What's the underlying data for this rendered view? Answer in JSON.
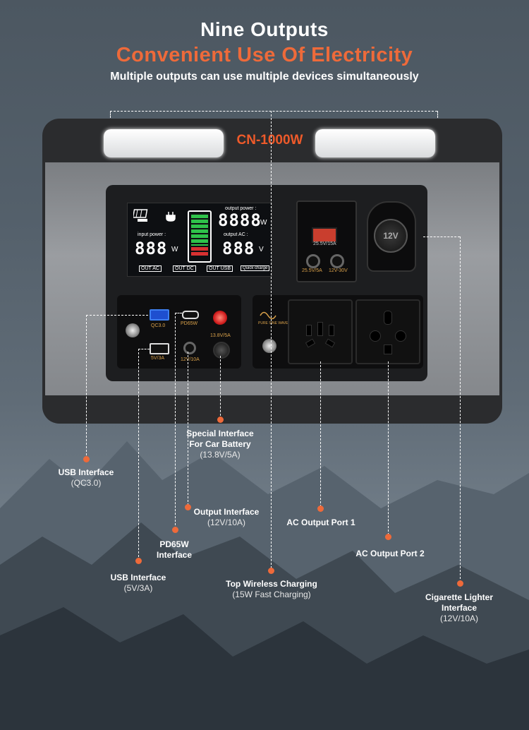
{
  "headline": {
    "title": "Nine Outputs",
    "subtitle": "Convenient Use Of Electricity",
    "tagline": "Multiple outputs can use multiple devices simultaneously"
  },
  "device": {
    "model": "CN-1000W",
    "lcd": {
      "output_power_label": "output power :",
      "input_power_label": "input power :",
      "output_ac_label": "output AC :",
      "digits_large": "8888",
      "digits_small": "888",
      "unit_w": "W",
      "unit_v": "V",
      "indicators": [
        "OUT AC",
        "OUT DC",
        "OUT USB",
        "Quick charge"
      ]
    },
    "port_labels": {
      "qc": "QC3.0",
      "pd": "PD65W",
      "usb_5v": "5V/3A",
      "dc_12v": "12V/10A",
      "car_battery": "13.8V/5A",
      "pure_sine": "PURE SINE WAVE",
      "anderson": "25.5V/15A",
      "input_a": "25.5V/5A",
      "input_b": "12V-30V",
      "cig": "12V"
    }
  },
  "callouts": {
    "usb_qc": {
      "title": "USB Interface",
      "detail": "(QC3.0)"
    },
    "car_battery": {
      "title_line1": "Special Interface",
      "title_line2": "For Car Battery",
      "detail": "(13.8V/5A)"
    },
    "output_interface": {
      "title": "Output Interface",
      "detail": "(12V/10A)"
    },
    "ac_port_1": {
      "title": "AC Output Port 1"
    },
    "pd65w": {
      "title_line1": "PD65W",
      "title_line2": "Interface"
    },
    "ac_port_2": {
      "title": "AC Output Port 2"
    },
    "usb_5v": {
      "title": "USB Interface",
      "detail": "(5V/3A)"
    },
    "wireless": {
      "title": "Top Wireless Charging",
      "detail": "(15W Fast Charging)"
    },
    "cig_lighter": {
      "title_line1": "Cigarette Lighter",
      "title_line2": "Interface",
      "detail": "(12V/10A)"
    }
  },
  "colors": {
    "accent": "#ee6a3a",
    "title": "#ffffff"
  }
}
